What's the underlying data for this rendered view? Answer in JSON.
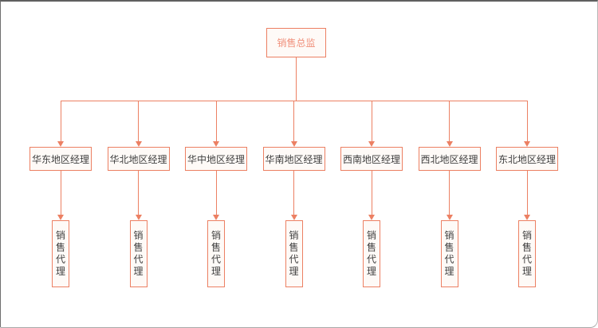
{
  "org_chart": {
    "root": {
      "label": "销售总监"
    },
    "managers": [
      {
        "label": "华东地区经理",
        "agent_label": "销售代理"
      },
      {
        "label": "华北地区经理",
        "agent_label": "销售代理"
      },
      {
        "label": "华中地区经理",
        "agent_label": "销售代理"
      },
      {
        "label": "华南地区经理",
        "agent_label": "销售代理"
      },
      {
        "label": "西南地区经理",
        "agent_label": "销售代理"
      },
      {
        "label": "西北地区经理",
        "agent_label": "销售代理"
      },
      {
        "label": "东北地区经理",
        "agent_label": "销售代理"
      }
    ]
  },
  "colors": {
    "accent": "#EC8063",
    "root_text_color": "#F0907B",
    "node_text_color": "#3F3F3F",
    "node_fill": "#FEFAF7"
  }
}
